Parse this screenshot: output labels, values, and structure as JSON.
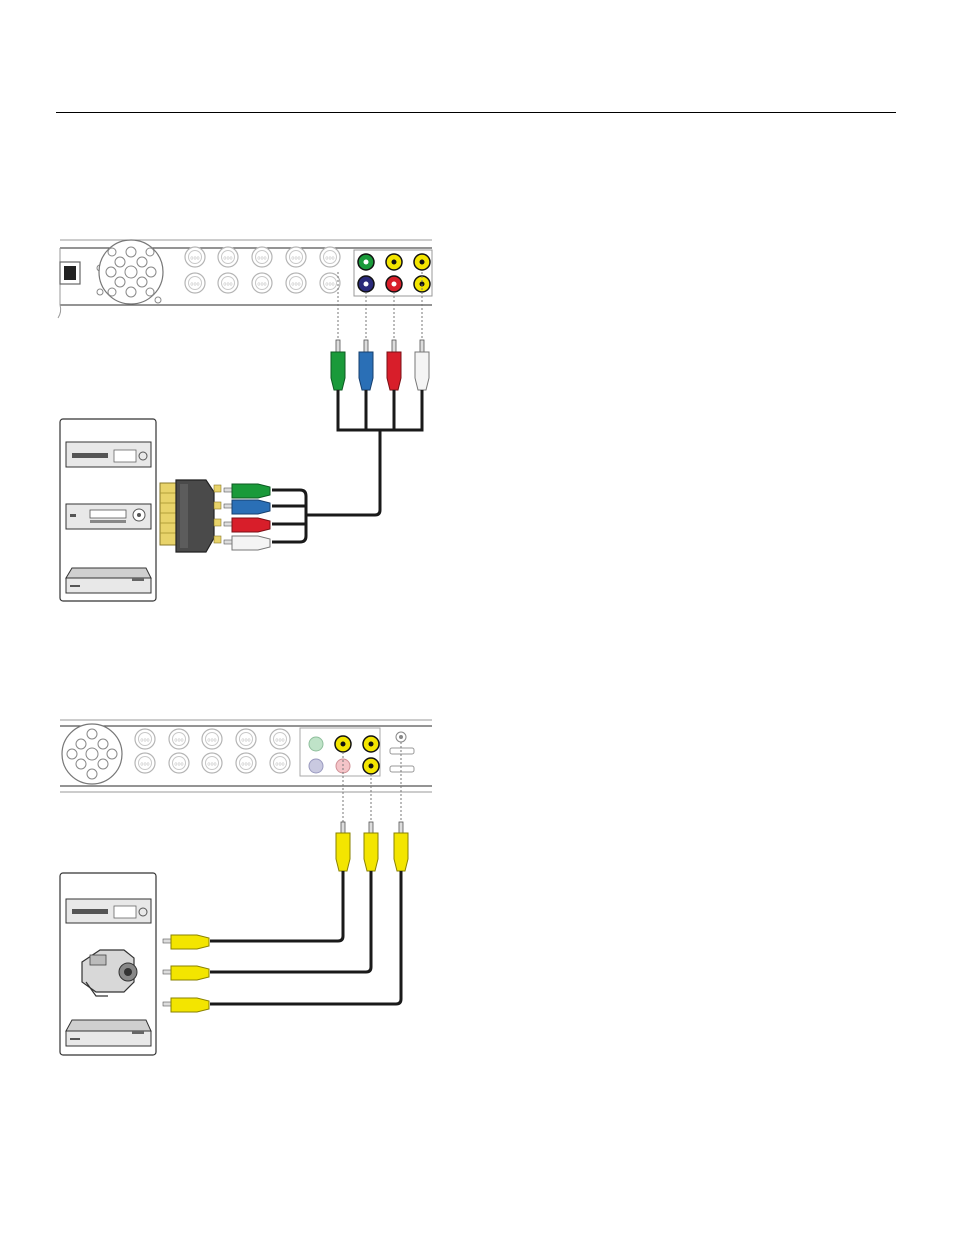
{
  "colors": {
    "green": "#1a9a3a",
    "blue": "#2a6fb6",
    "red": "#d81e2a",
    "white": "#f2f2f2",
    "yellow": "#f3e500",
    "cable": "#1a1a1a",
    "panel_outline": "#555555",
    "connector_grey": "#999999",
    "scart_body": "#4a4a4a",
    "scart_pins": "#e8d36a"
  },
  "diagram1": {
    "description_icons": [
      "vcr-icon",
      "receiver-icon",
      "dvd-player-icon"
    ],
    "plugs": [
      "green",
      "blue",
      "red",
      "white"
    ],
    "adapter": "scart-adapter-icon"
  },
  "diagram2": {
    "description_icons": [
      "vcr-icon",
      "camcorder-icon",
      "dvd-player-icon"
    ],
    "plugs": [
      "yellow",
      "yellow",
      "yellow"
    ]
  }
}
